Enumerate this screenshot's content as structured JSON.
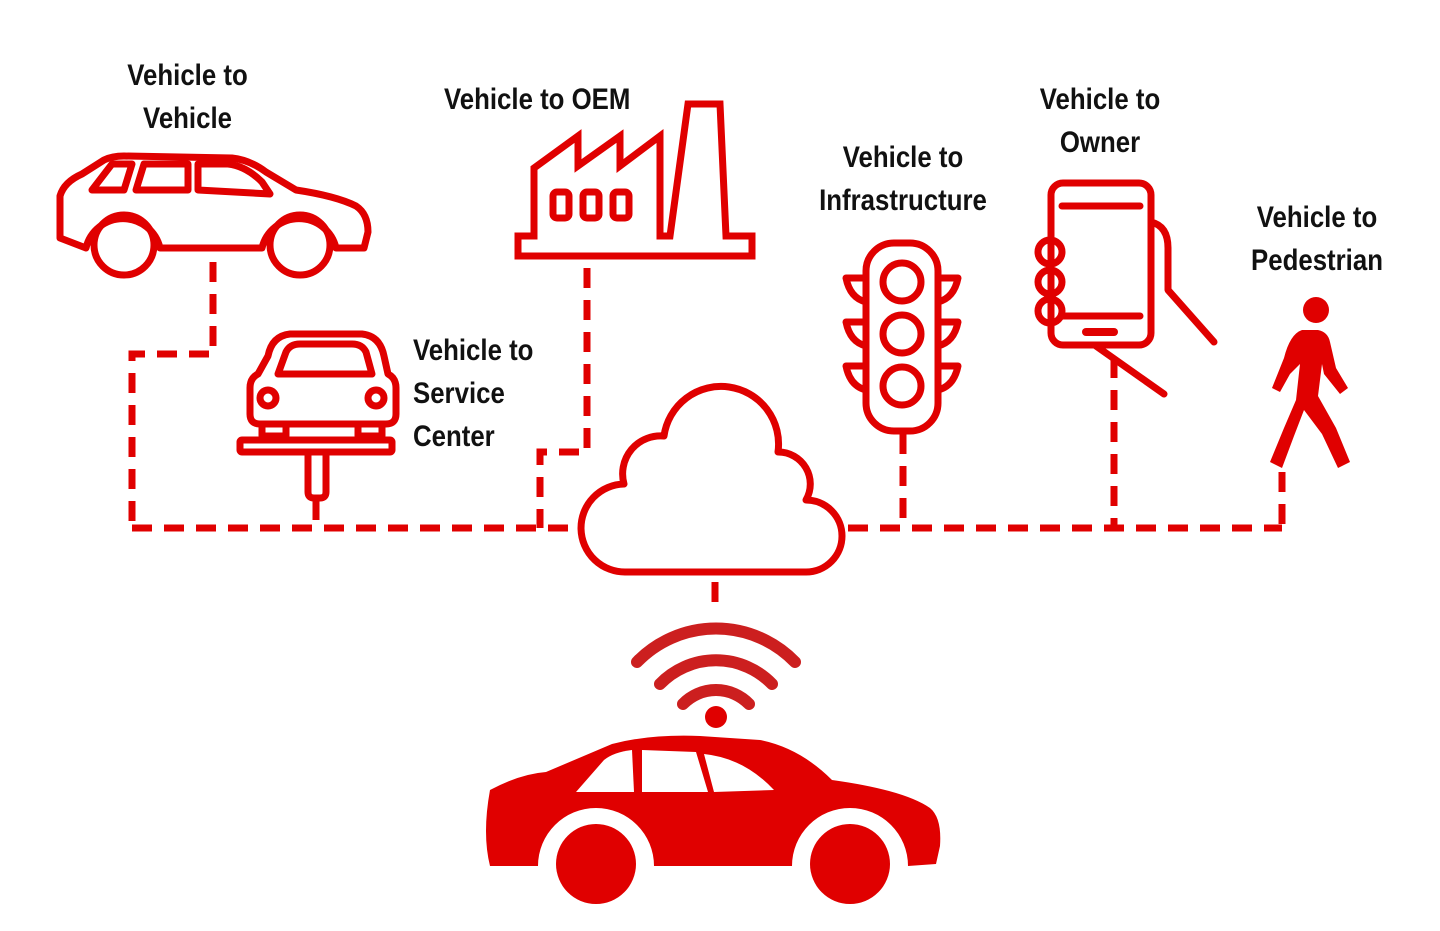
{
  "colors": {
    "accent": "#e00000",
    "text": "#111111",
    "background": "#ffffff"
  },
  "labels": {
    "v2v": {
      "line1": "Vehicle to",
      "line2": "Vehicle"
    },
    "v2oem": {
      "line1": "Vehicle to OEM"
    },
    "v2service": {
      "line1": "Vehicle to",
      "line2": "Service",
      "line3": "Center"
    },
    "v2infra": {
      "line1": "Vehicle to",
      "line2": "Infrastructure"
    },
    "v2owner": {
      "line1": "Vehicle to",
      "line2": "Owner"
    },
    "v2ped": {
      "line1": "Vehicle to",
      "line2": "Pedestrian"
    }
  },
  "icons": {
    "v2v": "suv-icon",
    "v2oem": "factory-icon",
    "v2service": "car-lift-icon",
    "v2infra": "traffic-light-icon",
    "v2owner": "smartphone-icon",
    "v2ped": "pedestrian-icon",
    "hub": "cloud-icon",
    "signal": "wifi-icon",
    "center": "connected-car-icon"
  }
}
